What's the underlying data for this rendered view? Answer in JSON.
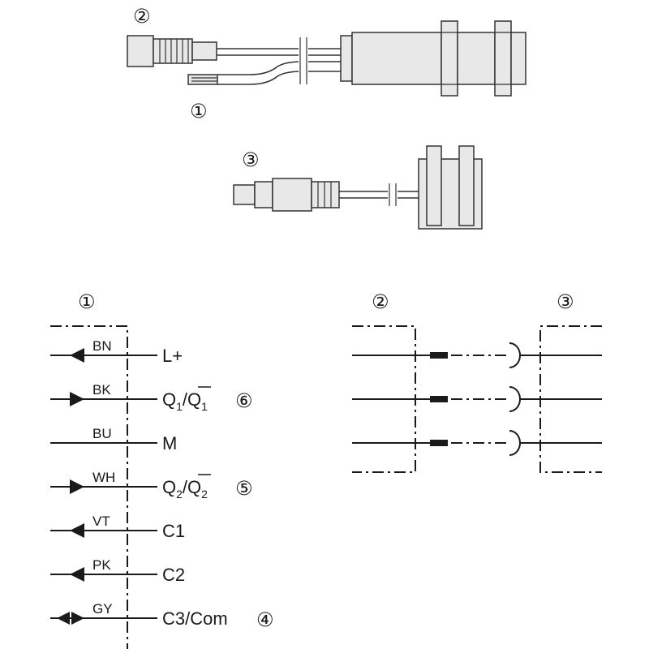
{
  "callouts": {
    "c1_top": "①",
    "c2_top": "②",
    "c3_top": "③",
    "c1_schematic": "①",
    "c2_schematic": "②",
    "c3_schematic": "③",
    "c4": "④",
    "c5": "⑤",
    "c6": "⑥"
  },
  "pins": [
    {
      "wire": "BN",
      "signal": "L+",
      "arrow": "in"
    },
    {
      "wire": "BK",
      "signal_main": "Q",
      "sub1": "1",
      "slash": "/",
      "signal_bar": "Q",
      "sub2": "1",
      "arrow": "out",
      "callout": "⑥"
    },
    {
      "wire": "BU",
      "signal": "M",
      "arrow": "none"
    },
    {
      "wire": "WH",
      "signal_main": "Q",
      "sub1": "2",
      "slash": "/",
      "signal_bar": "Q",
      "sub2": "2",
      "arrow": "out",
      "callout": "⑤"
    },
    {
      "wire": "VT",
      "signal": "C1",
      "arrow": "in"
    },
    {
      "wire": "PK",
      "signal": "C2",
      "arrow": "in"
    },
    {
      "wire": "GY",
      "signal": "C3/Com",
      "arrow": "both",
      "callout": "④"
    }
  ]
}
